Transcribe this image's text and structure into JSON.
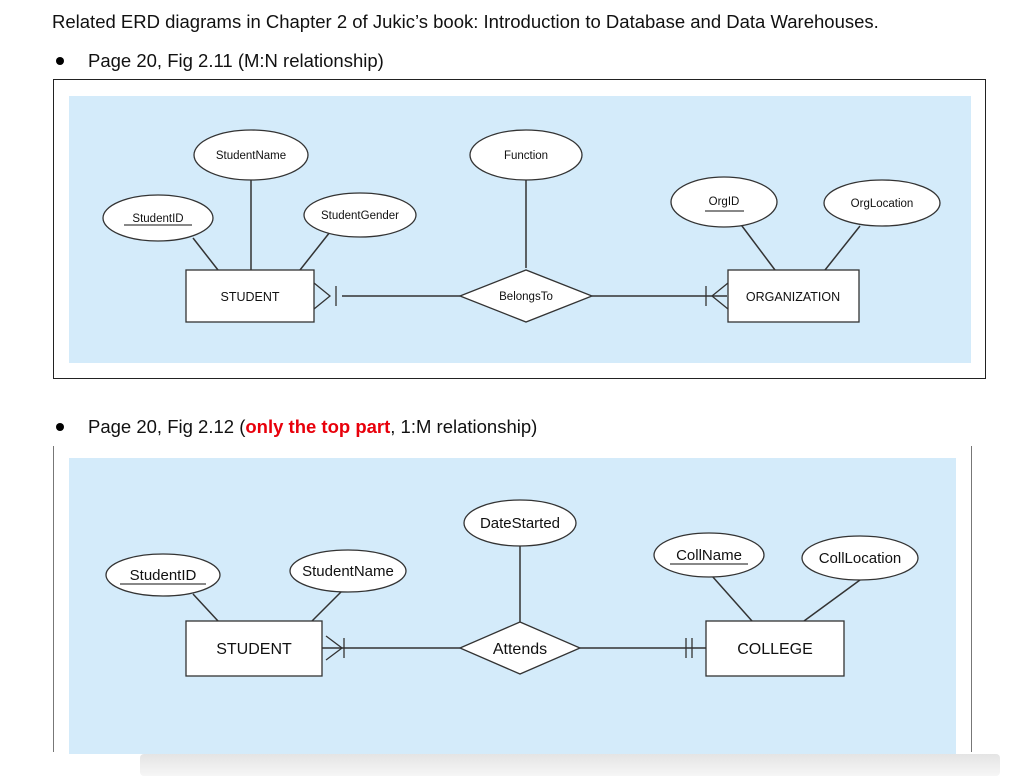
{
  "heading": "Related ERD diagrams in Chapter 2 of Jukic’s book: Introduction to Database and Data Warehouses.",
  "bullets": [
    {
      "text": "Page 20, Fig 2.11 (M:N relationship)"
    },
    {
      "prefix": "Page 20, Fig 2.12 (",
      "highlight": "only the top part",
      "suffix": ", 1:M relationship)"
    }
  ],
  "colors": {
    "diagram_background": "#d4ebfa",
    "highlight_text": "#e8000b",
    "shape_stroke": "#333333",
    "shape_fill": "#ffffff"
  },
  "fig_2_11": {
    "entities": {
      "student": "STUDENT",
      "organization": "ORGANIZATION"
    },
    "relationship": "BelongsTo",
    "attributes": {
      "student_name": "StudentName",
      "student_id": "StudentID",
      "student_gender": "StudentGender",
      "function": "Function",
      "org_id": "OrgID",
      "org_location": "OrgLocation"
    }
  },
  "fig_2_12": {
    "entities": {
      "student": "STUDENT",
      "college": "COLLEGE"
    },
    "relationship": "Attends",
    "attributes": {
      "student_id": "StudentID",
      "student_name": "StudentName",
      "date_started": "DateStarted",
      "coll_name": "CollName",
      "coll_location": "CollLocation"
    }
  }
}
